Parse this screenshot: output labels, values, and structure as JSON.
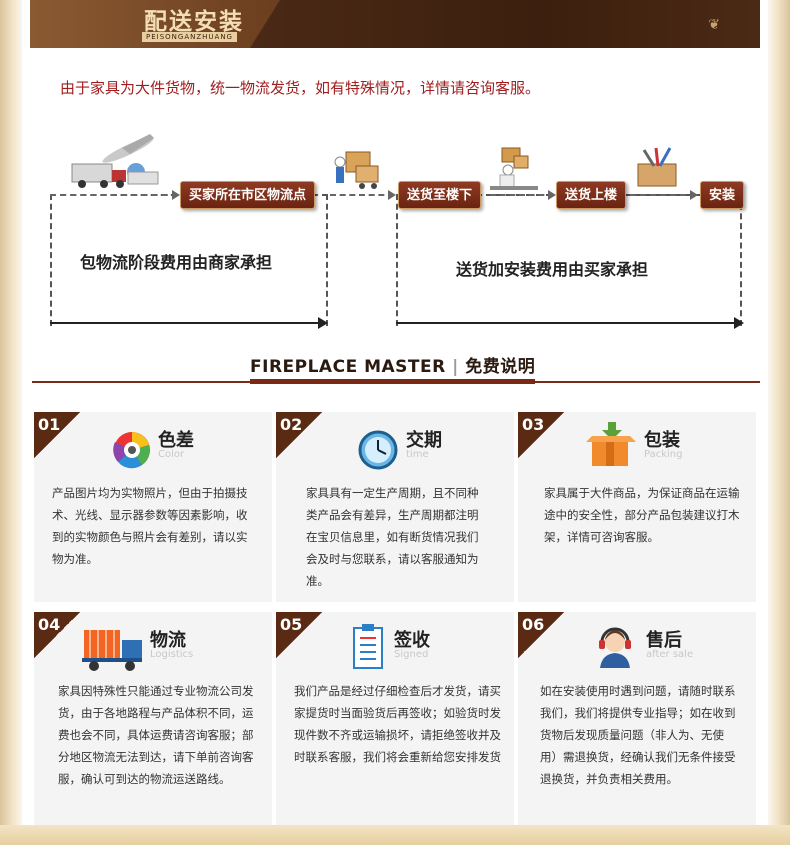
{
  "banner": {
    "title": "配送安装",
    "subtitle": "PEISONGANZHUANG"
  },
  "intro": "由于家具为大件货物，统一物流发货，如有特殊情况，详情请咨询客服。",
  "flow": {
    "steps": [
      "买家所在市区物流点",
      "送货至楼下",
      "送货上楼",
      "安装"
    ],
    "left_note": "包物流阶段费用由商家承担",
    "right_note": "送货加安装费用由买家承担"
  },
  "section": {
    "brand": "FIREPLACE MASTER",
    "title": "免费说明"
  },
  "cards": [
    {
      "num": "01",
      "title": "色差",
      "en": "Color",
      "icon": "color-wheel-icon",
      "body": "产品图片均为实物照片，但由于拍摄技术、光线、显示器参数等因素影响，收到的实物颜色与照片会有差别，请以实物为准。"
    },
    {
      "num": "02",
      "title": "交期",
      "en": "time",
      "icon": "clock-icon",
      "body": "家具具有一定生产周期，且不同种类产品会有差异，生产周期都注明在宝贝信息里，如有断货情况我们会及时与您联系，请以客服通知为准。"
    },
    {
      "num": "03",
      "title": "包装",
      "en": "Packing",
      "icon": "box-icon",
      "body": "家具属于大件商品，为保证商品在运输途中的安全性，部分产品包装建议打木架，详情可咨询客服。"
    },
    {
      "num": "04",
      "title": "物流",
      "en": "Logistics",
      "icon": "truck-icon",
      "body": "家具因特殊性只能通过专业物流公司发货，由于各地路程与产品体积不同，运费也会不同，具体运费请咨询客服；部分地区物流无法到达，请下单前咨询客服，确认可到达的物流运送路线。"
    },
    {
      "num": "05",
      "title": "签收",
      "en": "Signed",
      "icon": "clipboard-icon",
      "body": "我们产品是经过仔细检查后才发货，请买家提货时当面验货后再签收；如验货时发现件数不齐或运输损坏，请拒绝签收并及时联系客服，我们将会重新给您安排发货"
    },
    {
      "num": "06",
      "title": "售后",
      "en": "after sale",
      "icon": "headset-agent-icon",
      "body": "如在安装使用时遇到问题，请随时联系我们，我们将提供专业指导；如在收到货物后发现质量问题（非人为、无使用）需退换货，经确认我们无条件接受退换货，并负责相关费用。"
    }
  ],
  "colors": {
    "brand_brown": "#5a2a12",
    "intro_red": "#a01e1e",
    "step_red": "#7a2a14"
  }
}
